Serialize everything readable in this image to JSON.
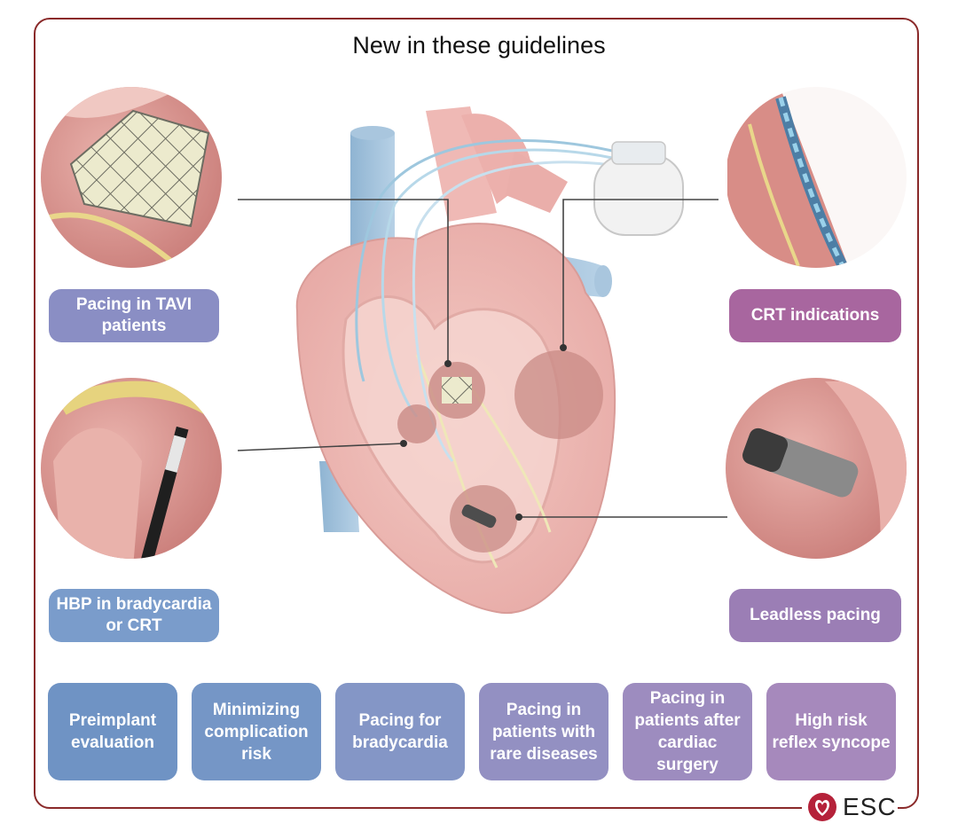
{
  "title": "New in these guidelines",
  "callouts": {
    "tavi": "Pacing in TAVI patients",
    "crt_indications": "CRT indications",
    "hbp": "HBP in bradycardia or CRT",
    "leadless": "Leadless pacing"
  },
  "topics": [
    {
      "label": "Preimplant evaluation",
      "color": "#6f93c4"
    },
    {
      "label": "Minimizing complication risk",
      "color": "#7596c6"
    },
    {
      "label": "Pacing for bradycardia",
      "color": "#8496c6"
    },
    {
      "label": "Pacing in patients with rare diseases",
      "color": "#9390c2"
    },
    {
      "label": "Pacing in patients after cardiac surgery",
      "color": "#9d8cbf"
    },
    {
      "label": "High risk reflex syncope",
      "color": "#a689bc"
    }
  ],
  "logo": {
    "text": "ESC",
    "color": "#b5223a"
  },
  "colors": {
    "border": "#8a2a2a",
    "tavi": "#8a8ec4",
    "crt": "#a8669f",
    "hbp": "#7a9ccb",
    "leadless": "#9b7eb5"
  }
}
